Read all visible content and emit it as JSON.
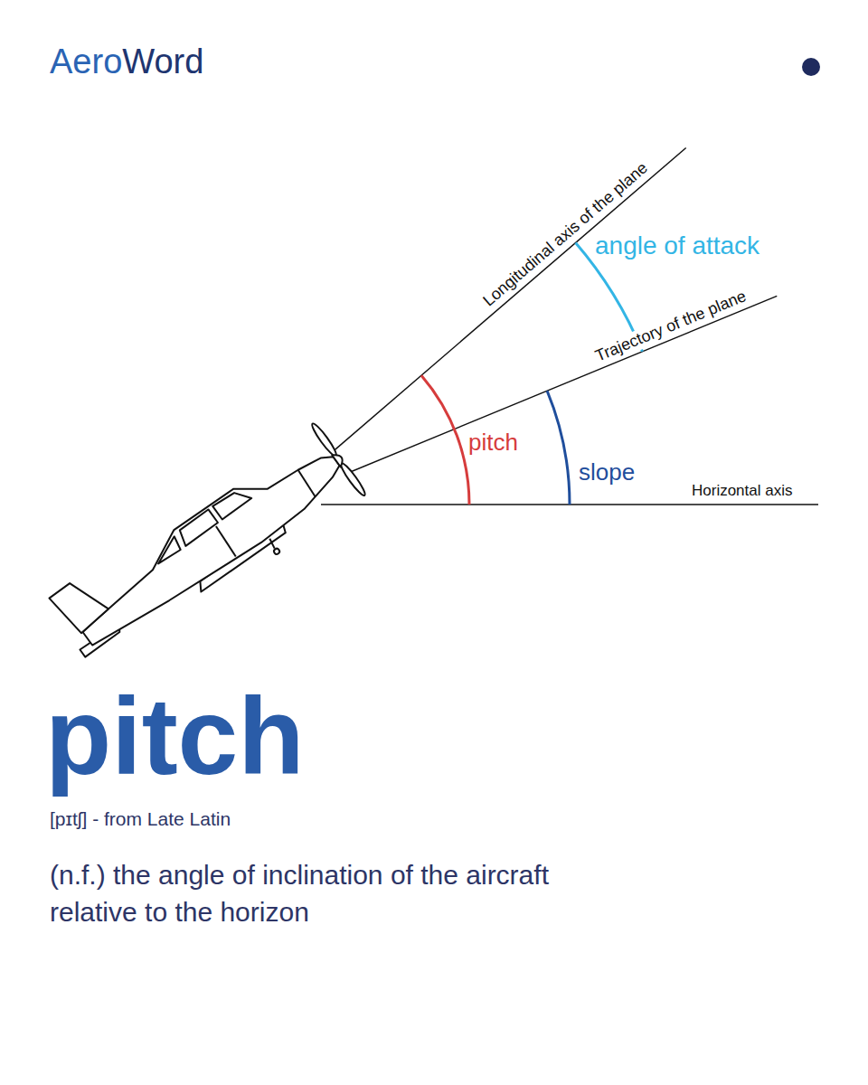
{
  "diagram": {
    "title": "pitch",
    "labels": [
      "Aero",
      "Word",
      "Longitudinal axis of the plane",
      "angle of attack",
      "Trajectory of the plane",
      "pitch",
      "slope",
      "Horizontal axis",
      "[pɪtʃ] - from Late Latin",
      "(n.f.) the angle of inclination of the aircraft relative to the horizon"
    ]
  }
}
